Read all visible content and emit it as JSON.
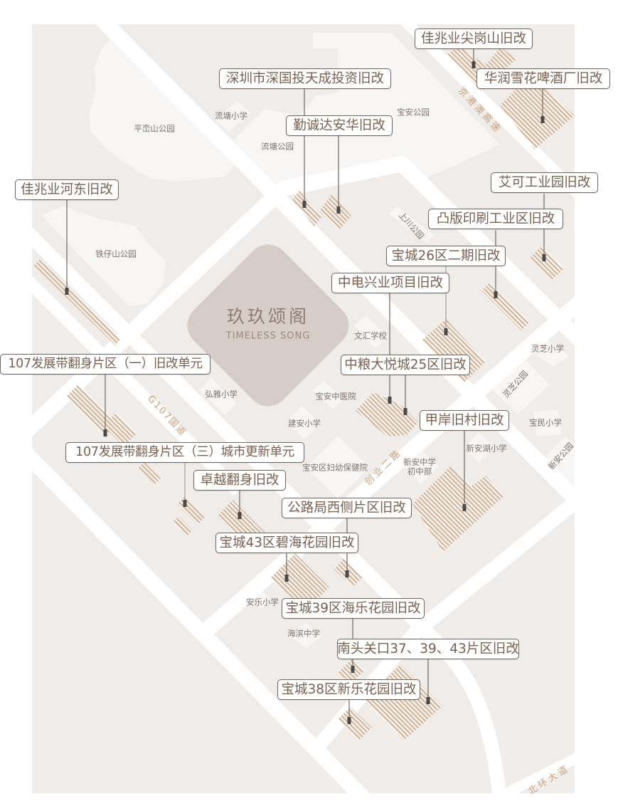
{
  "map": {
    "title": "玖玖颂阁",
    "subtitle": "TIMELESS SONG"
  },
  "colors": {
    "map_background": "#efecea",
    "park": "#f7f6f4",
    "road": "#ffffff",
    "site": "#d6cdc8",
    "hatch_stripe": "#d7b89f",
    "hatch_gap": "#ffffff",
    "label_text": "#7a5f52",
    "label_border": "#6e6560",
    "road_label": "#c9a27c",
    "marker": "#4a4a4a"
  },
  "projects": [
    {
      "name": "佳兆业尖岗山旧改"
    },
    {
      "name": "华润雪花啤酒厂旧改"
    },
    {
      "name": "深圳市深国投天成投资旧改"
    },
    {
      "name": "勤诚达安华旧改"
    },
    {
      "name": "艾可工业园旧改"
    },
    {
      "name": "凸版印刷工业区旧改"
    },
    {
      "name": "宝城26区二期旧改"
    },
    {
      "name": "中电兴业项目旧改"
    },
    {
      "name": "佳兆业河东旧改"
    },
    {
      "name": "107发展带翻身片区（一）旧改单元"
    },
    {
      "name": "中粮大悦城25区旧改"
    },
    {
      "name": "甲岸旧村旧改"
    },
    {
      "name": "107发展带翻身片区（三）城市更新单元"
    },
    {
      "name": "卓越翻身旧改"
    },
    {
      "name": "公路局西侧片区旧改"
    },
    {
      "name": "宝城43区碧海花园旧改"
    },
    {
      "name": "宝城39区海乐花园旧改"
    },
    {
      "name": "南头关口37、39、43片区旧改"
    },
    {
      "name": "宝城38区新乐花园旧改"
    }
  ],
  "places": [
    {
      "name": "平峦山公园"
    },
    {
      "name": "流塘小学"
    },
    {
      "name": "流塘公园"
    },
    {
      "name": "宝安公园"
    },
    {
      "name": "铁仔山公园"
    },
    {
      "name": "上川公园"
    },
    {
      "name": "文汇学校"
    },
    {
      "name": "灵芝小学"
    },
    {
      "name": "灵芝公园"
    },
    {
      "name": "弘雅小学"
    },
    {
      "name": "宝安中医院"
    },
    {
      "name": "建安小学"
    },
    {
      "name": "宝民小学"
    },
    {
      "name": "新安湖小学"
    },
    {
      "name": "新安公园"
    },
    {
      "name": "新安中学",
      "sub": "初中部"
    },
    {
      "name": "宝安区妇幼保健院"
    },
    {
      "name": "安乐小学"
    },
    {
      "name": "海滨中学"
    }
  ],
  "roads": [
    {
      "name": "京港澳高速"
    },
    {
      "name": "G107国道"
    },
    {
      "name": "创业二路"
    },
    {
      "name": "北环大道"
    }
  ]
}
